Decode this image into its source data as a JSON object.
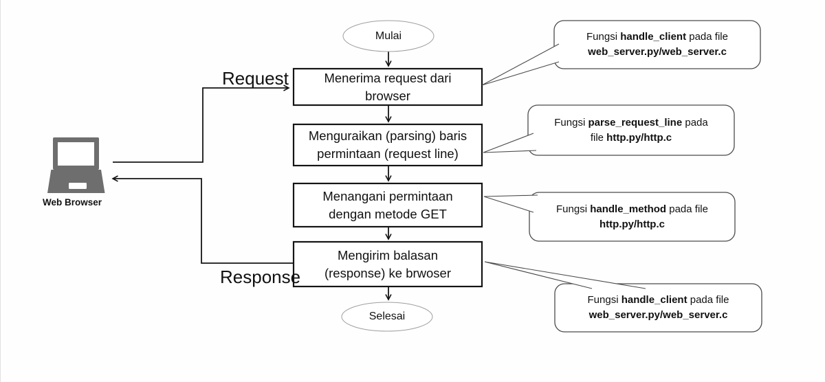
{
  "diagram": {
    "title": "Web server request handling flowchart",
    "start_label": "Mulai",
    "end_label": "Selesai",
    "request_label": "Request",
    "response_label": "Response",
    "browser_label": "Web Browser",
    "steps": [
      {
        "line1": "Menerima request dari",
        "line2": "browser"
      },
      {
        "line1": "Menguraikan (parsing) baris",
        "line2": "permintaan (request line)"
      },
      {
        "line1": "Menangani permintaan",
        "line2": "dengan metode GET"
      },
      {
        "line1": "Mengirim balasan",
        "line2": "(response) ke brwoser"
      }
    ],
    "callouts": [
      {
        "l1_pre": "Fungsi ",
        "l1_bold": "handle_client",
        "l1_post": " pada file",
        "l2_pre": "",
        "l2_bold": "web_server.py/web_server.c",
        "l2_post": ""
      },
      {
        "l1_pre": "Fungsi ",
        "l1_bold": "parse_request_line",
        "l1_post": " pada",
        "l2_pre": "file ",
        "l2_bold": "http.py/http.c",
        "l2_post": ""
      },
      {
        "l1_pre": "Fungsi ",
        "l1_bold": "handle_method",
        "l1_post": " pada file",
        "l2_pre": "",
        "l2_bold": "http.py/http.c",
        "l2_post": ""
      },
      {
        "l1_pre": "Fungsi ",
        "l1_bold": "handle_client",
        "l1_post": " pada file",
        "l2_pre": "",
        "l2_bold": "web_server.py/web_server.c",
        "l2_post": ""
      }
    ],
    "colors": {
      "box_border": "#141414",
      "callout_border": "#4a4a4a",
      "terminator_border": "#9e9e9e",
      "arrow": "#141414",
      "laptop_gray": "#6e6e6e",
      "background": "#fefefe"
    }
  }
}
